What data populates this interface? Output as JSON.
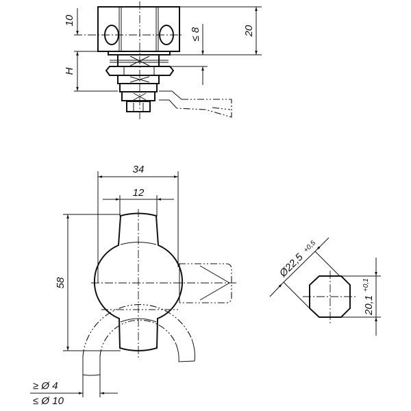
{
  "drawing": {
    "top_view": {
      "dim_10": "10",
      "dim_H": "H",
      "dim_20": "20",
      "dim_le8": "≤ 8"
    },
    "front_view": {
      "dim_34": "34",
      "dim_12": "12",
      "dim_58": "58",
      "dim_min_dia": "≥ Ø 4",
      "dim_max_dia": "≤ Ø 10"
    },
    "cutout": {
      "dim_diameter": "Ø22,5",
      "dim_diameter_tol": "+0,5",
      "dim_width": "20,1",
      "dim_width_tol": "+0,1"
    }
  }
}
